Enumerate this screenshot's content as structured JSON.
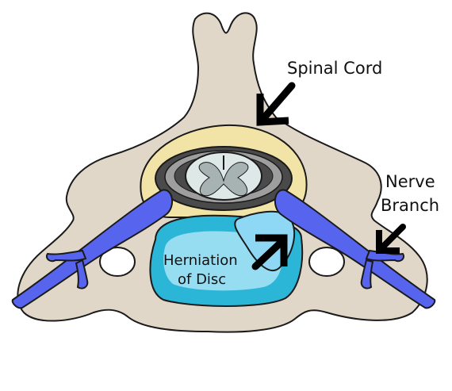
{
  "diagram": {
    "labels": {
      "spinal_cord": "Spinal Cord",
      "nerve_branch_line1": "Nerve",
      "nerve_branch_line2": "Branch",
      "herniation_line1": "Herniation",
      "herniation_line2": "of Disc"
    },
    "colors": {
      "bone": "#E0D7C9",
      "outline": "#1A1A1A",
      "membrane": "#F2E4A6",
      "canal_dark": "#4A4A4A",
      "canal_gray": "#9E9E9E",
      "cord_fill": "#DDE8E7",
      "cord_gray_matter": "#A7B3B2",
      "nerve": "#5765EE",
      "nerve_highlight": "#8A95F5",
      "disc_outer": "#2BB5D6",
      "disc_inner": "#97DDF2",
      "herniation": "#8FD8F5",
      "arrow": "#000000"
    }
  }
}
